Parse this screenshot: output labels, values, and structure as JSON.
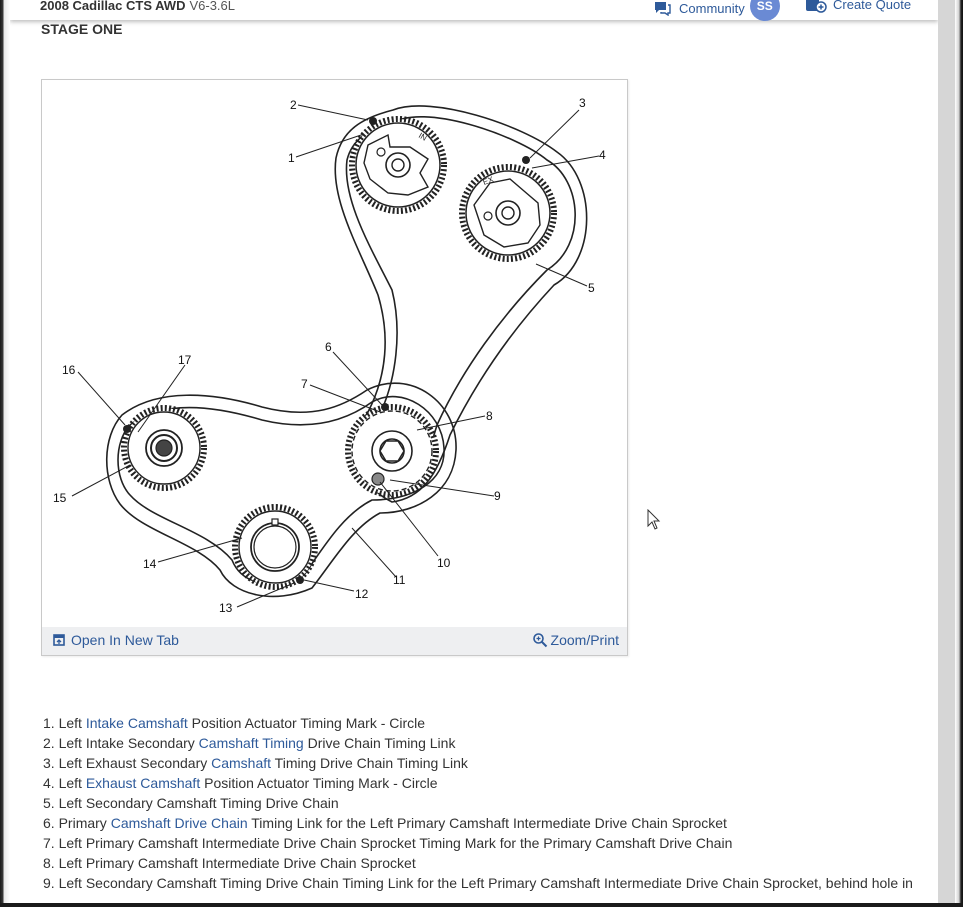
{
  "header": {
    "vehicle": "2008 Cadillac CTS AWD",
    "engine": "V6-3.6L",
    "community_label": "Community",
    "avatar_initials": "SS",
    "create_quote_label": "Create Quote"
  },
  "stage_title": "STAGE ONE",
  "figure": {
    "callouts": [
      "1",
      "2",
      "3",
      "4",
      "5",
      "6",
      "7",
      "8",
      "9",
      "10",
      "11",
      "12",
      "13",
      "14",
      "15",
      "16",
      "17"
    ],
    "sprocket_marks": {
      "intake": "IN",
      "exhaust": "EX"
    },
    "open_tab_label": "Open In New Tab",
    "zoom_label": "Zoom/Print"
  },
  "legend": [
    {
      "n": "1.",
      "parts": [
        {
          "t": "Left "
        },
        {
          "t": "Intake Camshaft",
          "link": true
        },
        {
          "t": " Position Actuator Timing Mark - Circle"
        }
      ]
    },
    {
      "n": "2.",
      "parts": [
        {
          "t": "Left Intake Secondary "
        },
        {
          "t": "Camshaft Timing",
          "link": true
        },
        {
          "t": " Drive Chain Timing Link"
        }
      ]
    },
    {
      "n": "3.",
      "parts": [
        {
          "t": "Left Exhaust Secondary "
        },
        {
          "t": "Camshaft",
          "link": true
        },
        {
          "t": " Timing Drive Chain Timing Link"
        }
      ]
    },
    {
      "n": "4.",
      "parts": [
        {
          "t": "Left "
        },
        {
          "t": "Exhaust Camshaft",
          "link": true
        },
        {
          "t": " Position Actuator Timing Mark - Circle"
        }
      ]
    },
    {
      "n": "5.",
      "parts": [
        {
          "t": "Left Secondary Camshaft Timing Drive Chain"
        }
      ]
    },
    {
      "n": "6.",
      "parts": [
        {
          "t": "Primary "
        },
        {
          "t": "Camshaft Drive Chain",
          "link": true
        },
        {
          "t": " Timing Link for the Left Primary Camshaft Intermediate Drive Chain Sprocket"
        }
      ]
    },
    {
      "n": "7.",
      "parts": [
        {
          "t": "Left Primary Camshaft Intermediate Drive Chain Sprocket Timing Mark for the Primary Camshaft Drive Chain"
        }
      ]
    },
    {
      "n": "8.",
      "parts": [
        {
          "t": "Left Primary Camshaft Intermediate Drive Chain Sprocket"
        }
      ]
    },
    {
      "n": "9.",
      "parts": [
        {
          "t": "Left Secondary Camshaft Timing Drive Chain Timing Link for the Left Primary Camshaft Intermediate Drive Chain Sprocket, behind hole in"
        }
      ]
    }
  ]
}
